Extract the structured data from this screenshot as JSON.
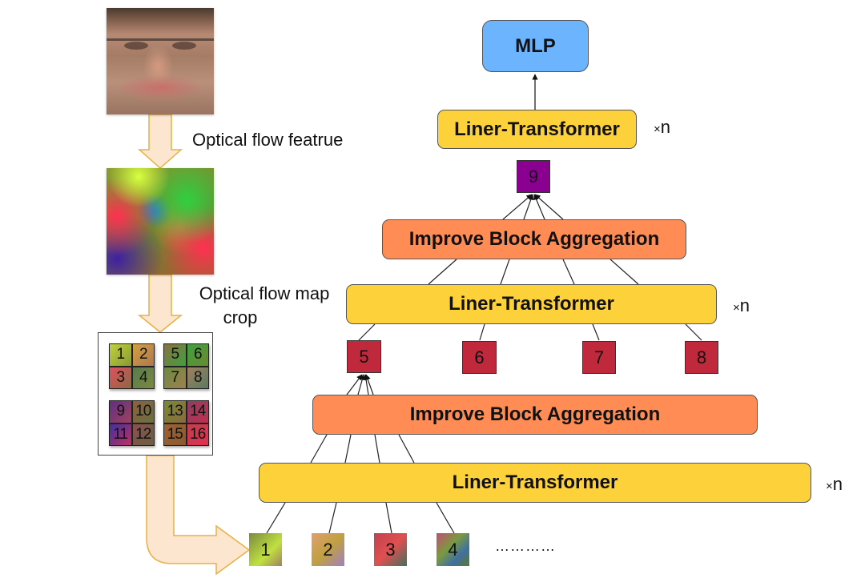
{
  "left_pipeline": {
    "input_image": "face-photo",
    "step1_label": "Optical flow featrue",
    "flow_map_image": "optical-flow-map",
    "step2_label_line1": "Optical flow map",
    "step2_label_line2": "crop",
    "crop_grid": [
      [
        "1",
        "2",
        "3",
        "4"
      ],
      [
        "5",
        "6",
        "7",
        "8"
      ],
      [
        "9",
        "10",
        "11",
        "12"
      ],
      [
        "13",
        "14",
        "15",
        "16"
      ]
    ]
  },
  "architecture": {
    "mlp_label": "MLP",
    "stage3": {
      "transformer_label": "Liner-Transformer",
      "repeat": "n",
      "output_node": "9"
    },
    "stage2": {
      "aggregation_label": "Improve Block Aggregation",
      "transformer_label": "Liner-Transformer",
      "repeat": "n",
      "nodes": [
        "5",
        "6",
        "7",
        "8"
      ]
    },
    "stage1": {
      "aggregation_label": "Improve Block Aggregation",
      "transformer_label": "Liner-Transformer",
      "repeat": "n",
      "input_tiles": [
        "1",
        "2",
        "3",
        "4"
      ],
      "continuation": "…………"
    },
    "times_symbol": "×"
  },
  "colors": {
    "mlp": "#6cb4fe",
    "transformer": "#fdd13a",
    "aggregation": "#fe8c54",
    "stage2_node": "#c0283c",
    "stage3_node": "#8a0090",
    "arrow_fill": "#fde6d0",
    "arrow_stroke": "#e8b040"
  }
}
